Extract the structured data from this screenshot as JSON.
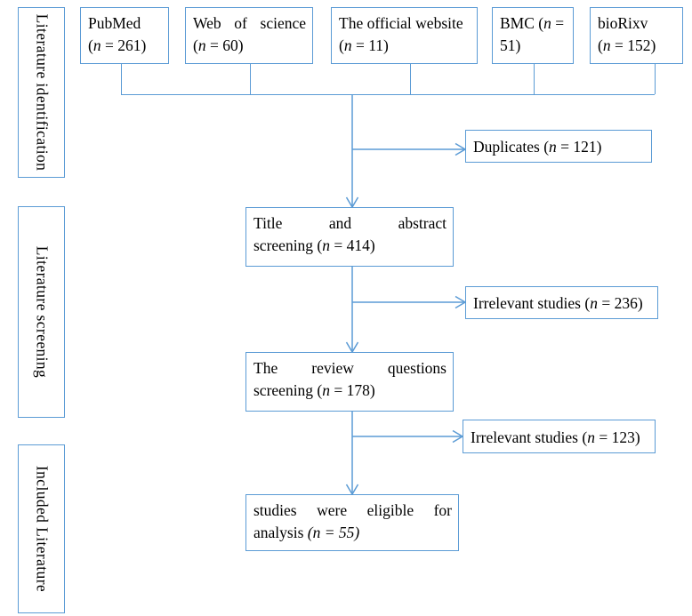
{
  "diagram": {
    "title": "Literature selection flow diagram",
    "accent_color": "#5b9bd5",
    "text_color": "#000000",
    "background": "#ffffff"
  },
  "stages": [
    {
      "label": "Literature  identification",
      "name": "stage-literature-identification"
    },
    {
      "label": "Literature  screening",
      "name": "stage-literature-screening"
    },
    {
      "label": "Included  Literature",
      "name": "stage-included-literature"
    }
  ],
  "sources": [
    {
      "name": "PubMed",
      "line1": "PubMed",
      "n_prefix": "(",
      "n_symbol": "n",
      "n_value": " = 261)"
    },
    {
      "name": "Web of science",
      "line1": "Web of science",
      "n_prefix": "(",
      "n_symbol": "n",
      "n_value": " = 60)"
    },
    {
      "name": "The official website",
      "line1": "The official website",
      "n_prefix": "(",
      "n_symbol": "n",
      "n_value": " = 11)"
    },
    {
      "name": "BMC",
      "line1": "BMC (",
      "n_prefix": "",
      "n_symbol": "n",
      "n_value": " =",
      "line2": "51)"
    },
    {
      "name": "bioRixv",
      "line1": "bioRixv",
      "n_prefix": "(",
      "n_symbol": "n",
      "n_value": " = 152)"
    }
  ],
  "flow": {
    "duplicates": {
      "text_before": "Duplicates (",
      "n_symbol": "n",
      "text_after": " = 121)"
    },
    "title_abstract": {
      "line1": "Title and abstract",
      "line2_before": "screening (",
      "n_symbol": "n",
      "line2_after": " = 414)"
    },
    "irrelevant_1": {
      "text_before": "Irrelevant studies (",
      "n_symbol": "n",
      "text_after": " = 236)"
    },
    "review_questions": {
      "line1": "The review questions",
      "line2_before": "screening (",
      "n_symbol": "n",
      "line2_after": " = 178)"
    },
    "irrelevant_2": {
      "text_before": "Irrelevant studies (",
      "n_symbol": "n",
      "text_after": " = 123)"
    },
    "eligible": {
      "line1": "studies were eligible for",
      "line2_before": "analysis ",
      "n_italic": "(n = 55)"
    }
  }
}
